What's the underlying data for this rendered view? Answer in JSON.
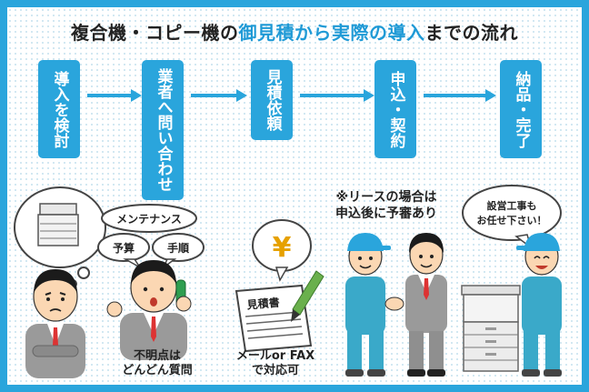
{
  "title": {
    "part1": "複合機・コピー機の",
    "part2": "御見積から実際の導入",
    "part3": "までの流れ"
  },
  "steps": [
    {
      "label": "導入を検討"
    },
    {
      "label": "業者へ問い合わせ"
    },
    {
      "label": "見積依頼"
    },
    {
      "label": "申込・契約"
    },
    {
      "label": "納品・完了"
    }
  ],
  "bubbles": {
    "maintenance": "メンテナンス",
    "budget": "予算",
    "procedure": "手順",
    "yen": "¥",
    "installation_line1": "設営工事も",
    "installation_line2": "お任せ下さい！"
  },
  "document_label": "見積書",
  "captions": {
    "inquiry_line1": "不明点は",
    "inquiry_line2": "どんどん質問",
    "quote_line1": "メールor FAX",
    "quote_line2": "で対応可",
    "lease_line1": "※リースの場合は",
    "lease_line2": "申込後に予審あり"
  },
  "colors": {
    "accent": "#2aa5dc",
    "title_highlight": "#1f9ad6",
    "worker_uniform": "#3aa9c9",
    "suit_gray": "#9a9a9a"
  }
}
